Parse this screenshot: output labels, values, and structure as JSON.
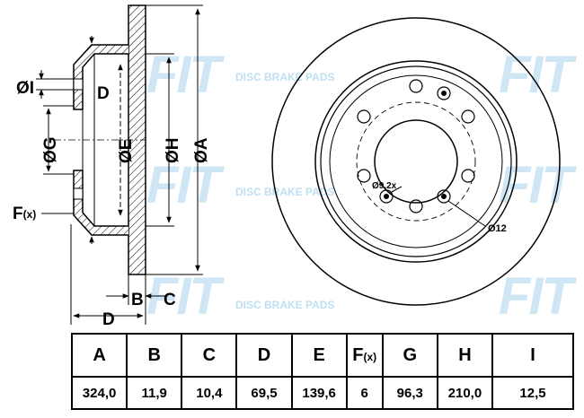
{
  "watermark": {
    "brand": "FIT",
    "caption": "DISC BRAKE PADS"
  },
  "labels": {
    "dim_i": "ØI",
    "dim_g": "ØG",
    "dim_e": "ØE",
    "dim_h": "ØH",
    "dim_a": "ØA",
    "dim_d": "D",
    "dim_b": "B",
    "dim_c": "C",
    "f": "F",
    "f_sub": "(x)",
    "hole_small": "Ø9,2x",
    "hole_big": "Ø12"
  },
  "specs": {
    "headers": [
      "A",
      "B",
      "C",
      "D",
      "E",
      "F",
      "G",
      "H",
      "I"
    ],
    "f_sub": "(x)",
    "values": [
      "324,0",
      "11,9",
      "10,4",
      "69,5",
      "139,6",
      "6",
      "96,3",
      "210,0",
      "12,5"
    ]
  },
  "colors": {
    "line": "#000000",
    "watermark": "#cfe6f5"
  }
}
